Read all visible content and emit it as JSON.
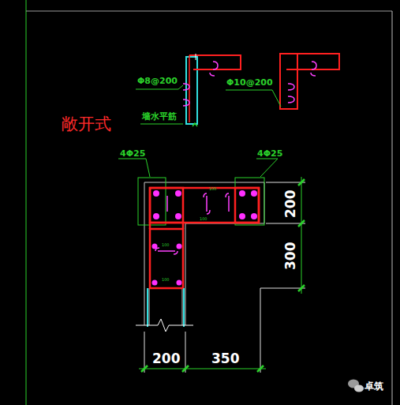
{
  "diagram": {
    "title": "敞开式",
    "labels": [
      "Φ8@200",
      "墙水平筋",
      "Φ10@200",
      "4Φ25",
      "4Φ25",
      "200",
      "300",
      "200",
      "350",
      "100",
      "100",
      "100",
      "100",
      "卓筑"
    ]
  }
}
